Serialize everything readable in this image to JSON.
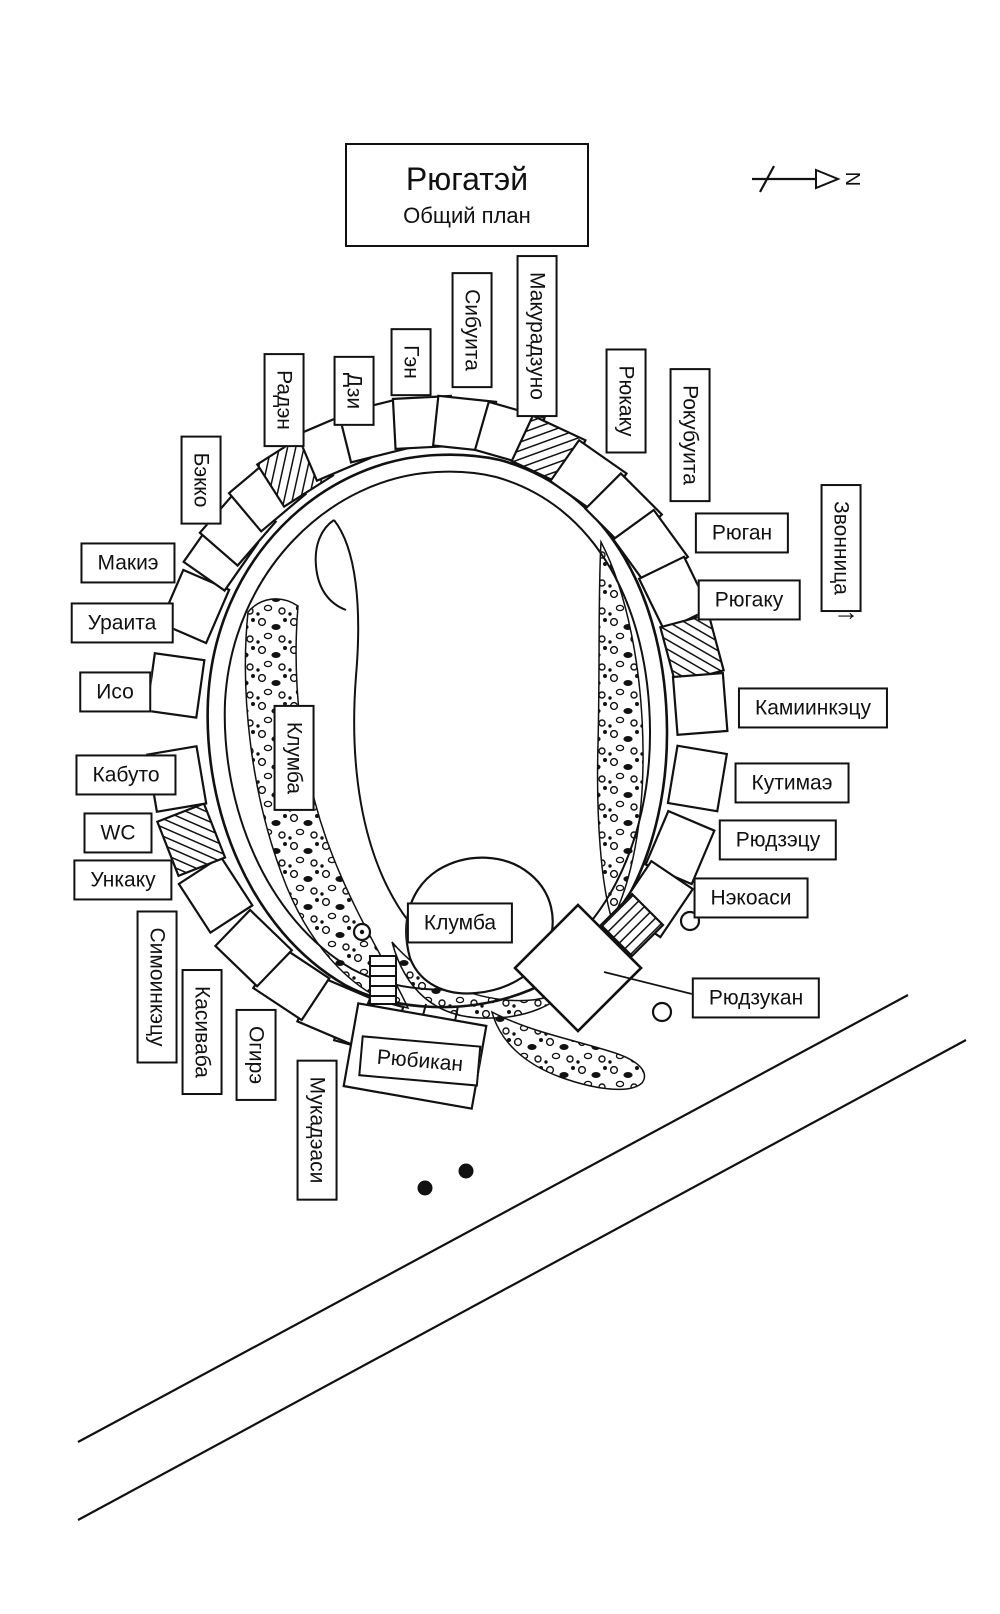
{
  "title": {
    "name": "Рюгатэй",
    "subtitle": "Общий план"
  },
  "compass": {
    "label": "N"
  },
  "labels": {
    "raden": "Радэн",
    "dzi": "Дзи",
    "gen": "Гэн",
    "sibuita": "Сибуита",
    "makuradzuno": "Макурадзуно",
    "ryukaku": "Рюкаку",
    "rokubuita": "Рокубуита",
    "bekko": "Бэкко",
    "makie": "Макиэ",
    "uraita": "Ураита",
    "iso": "Исо",
    "kabuto": "Кабуто",
    "wc": "WC",
    "unkaku": "Ункаку",
    "simoinketsu": "Симоинкэцу",
    "kasivaba": "Касиваба",
    "ogire": "Огирэ",
    "mukadeasi": "Мукадэаси",
    "ryubikan": "Рюбикан",
    "klumba_left": "Клумба",
    "klumba_bottom": "Клумба",
    "ryugan": "Рюган",
    "ryugaku": "Рюгаку",
    "zvonnitsa": "Звонница",
    "zvonnitsa_arrow": "→",
    "kamiinketsu": "Камиинкэцу",
    "kutimae": "Кутимаэ",
    "ryudzetsu": "Рюдзэцу",
    "nekoasi": "Нэкоаси",
    "ryudzukan": "Рюдзукан"
  },
  "colors": {
    "ink": "#111111",
    "paper": "#ffffff"
  }
}
